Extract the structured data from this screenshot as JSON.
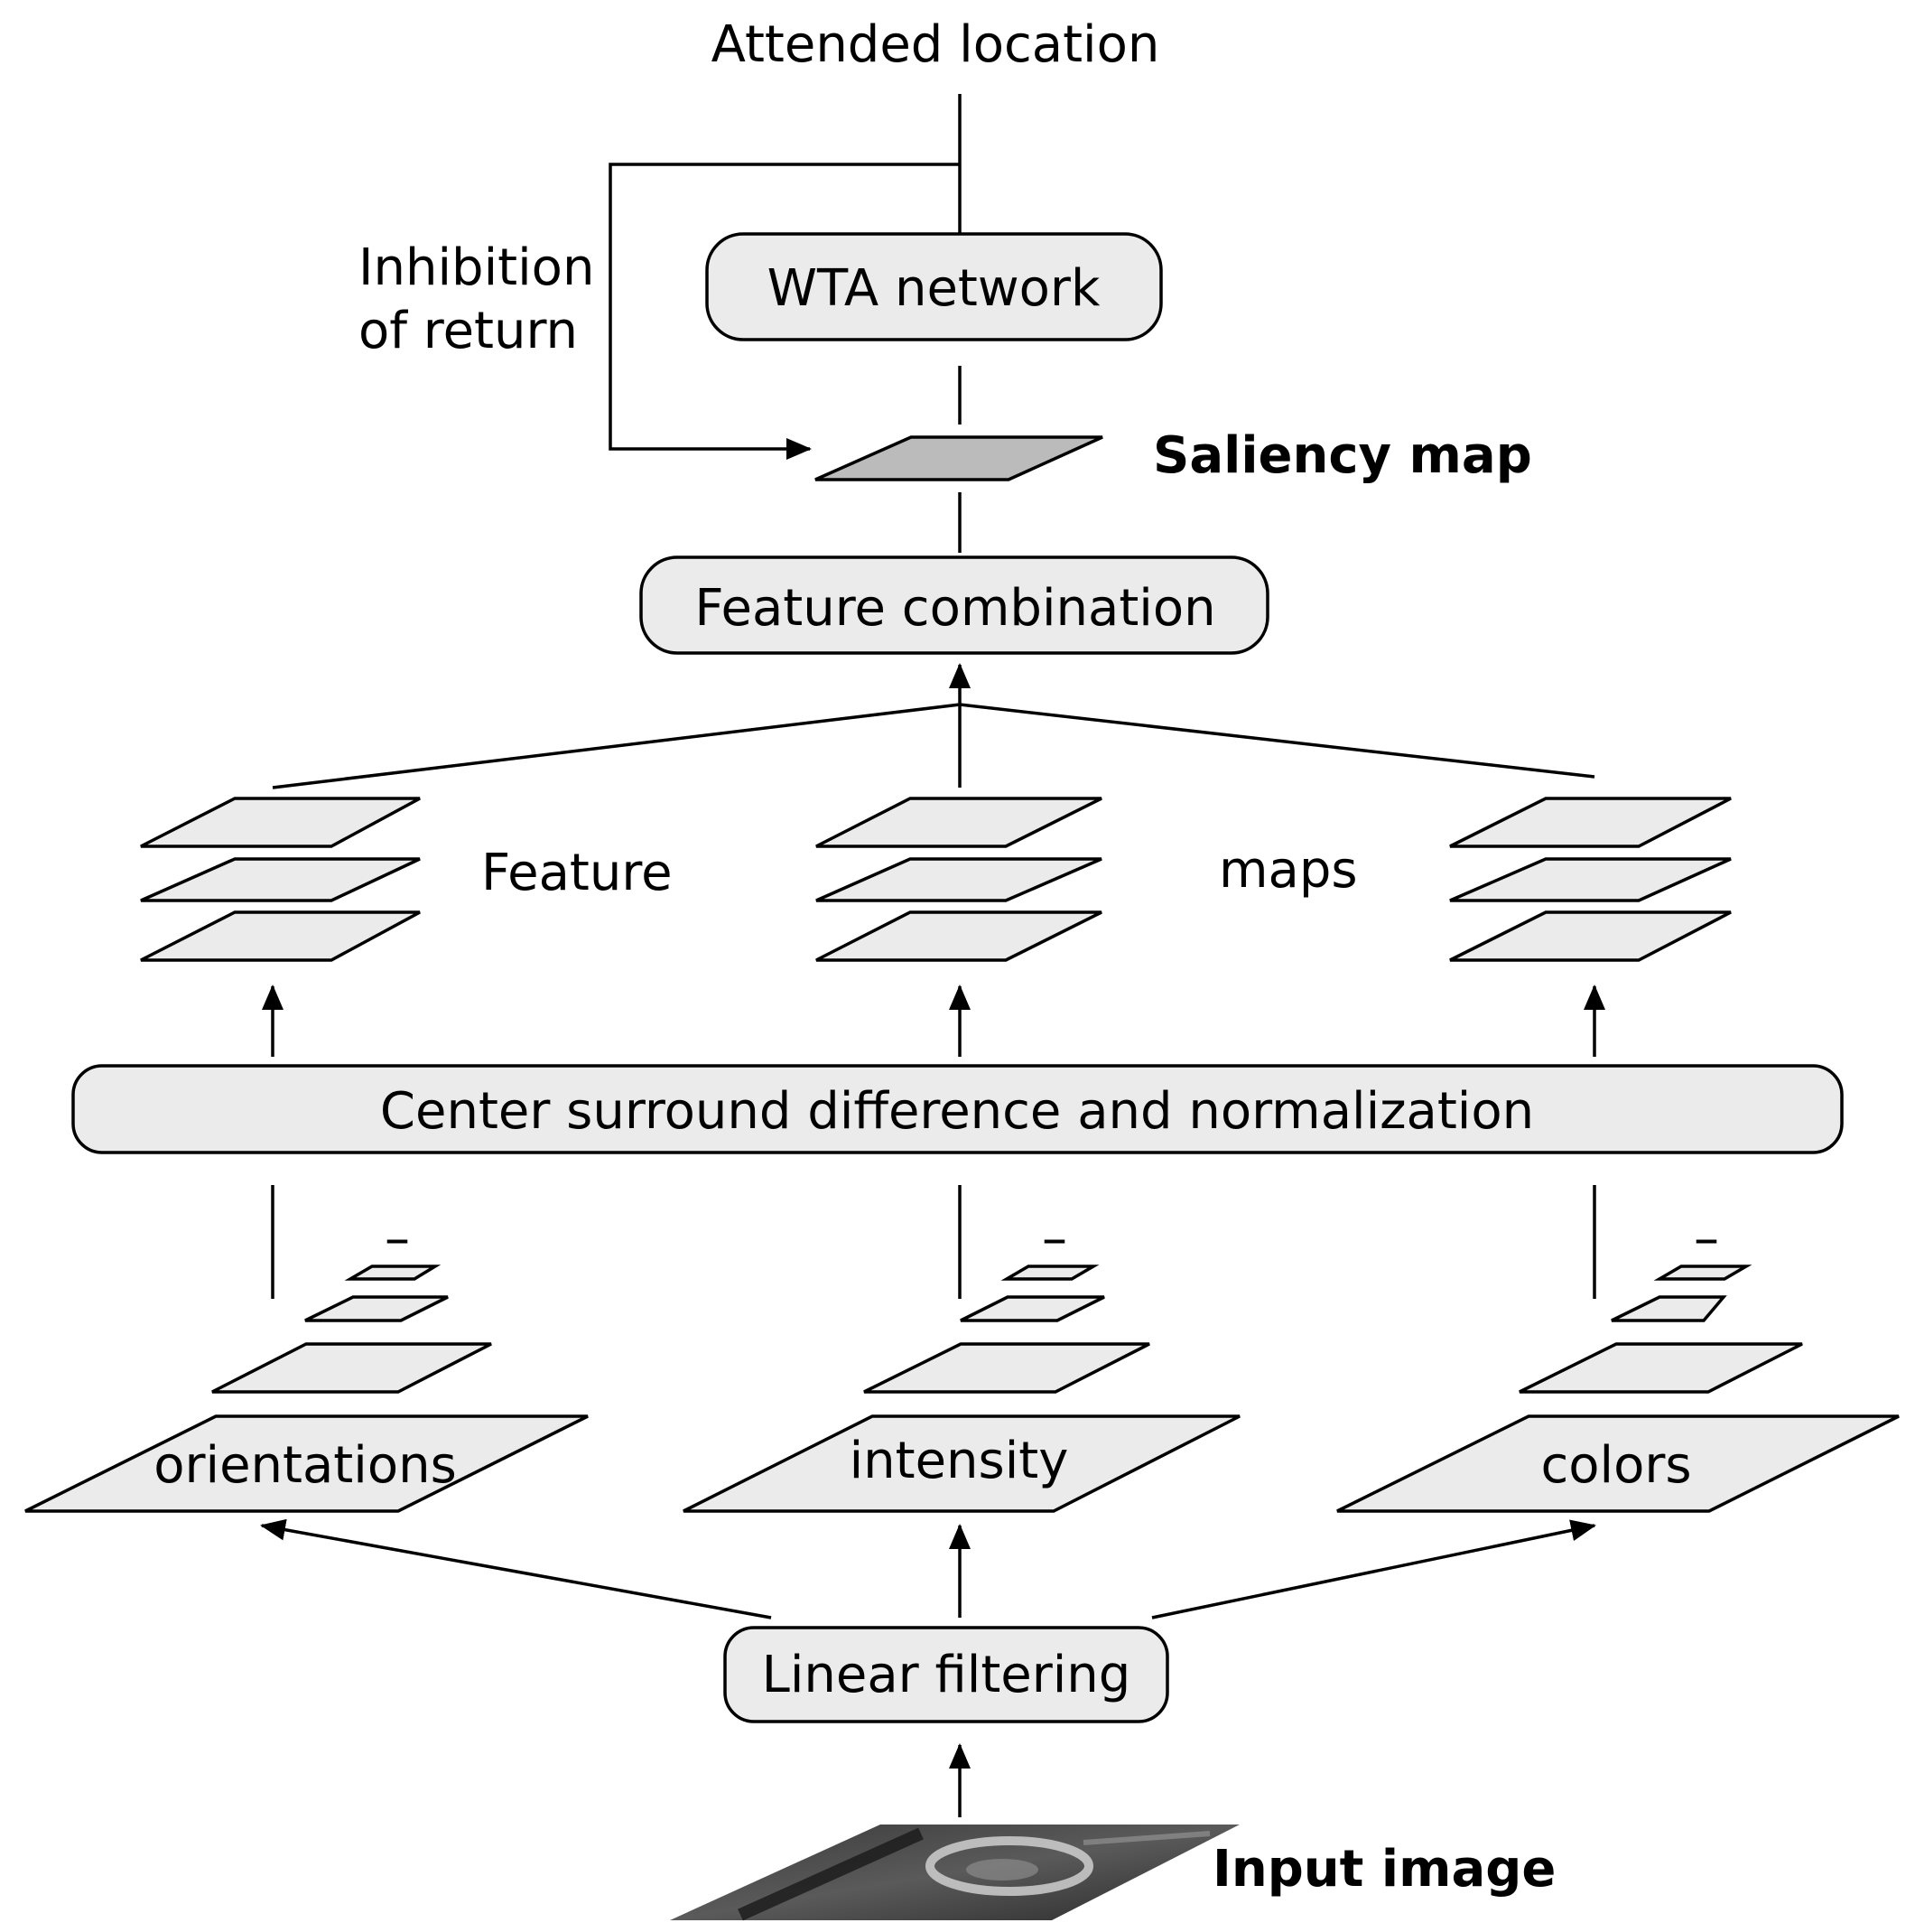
{
  "labels": {
    "attended_location": "Attended location",
    "inhibition_line1": "Inhibition",
    "inhibition_line2": "of return",
    "saliency_map": "Saliency map",
    "feature_word": "Feature",
    "maps_word": "maps",
    "input_image": "Input image"
  },
  "boxes": {
    "wta": "WTA network",
    "feature_combination": "Feature combination",
    "center_surround": "Center surround difference and normalization",
    "linear_filtering": "Linear filtering"
  },
  "channels": {
    "orientations": "orientations",
    "intensity": "intensity",
    "colors": "colors"
  },
  "pyramid_dash": "–",
  "colors": {
    "box_fill": "#ebebeb",
    "plane_fill": "#ebebeb",
    "saliency_fill": "#bbbbbb",
    "stroke": "#000000"
  }
}
